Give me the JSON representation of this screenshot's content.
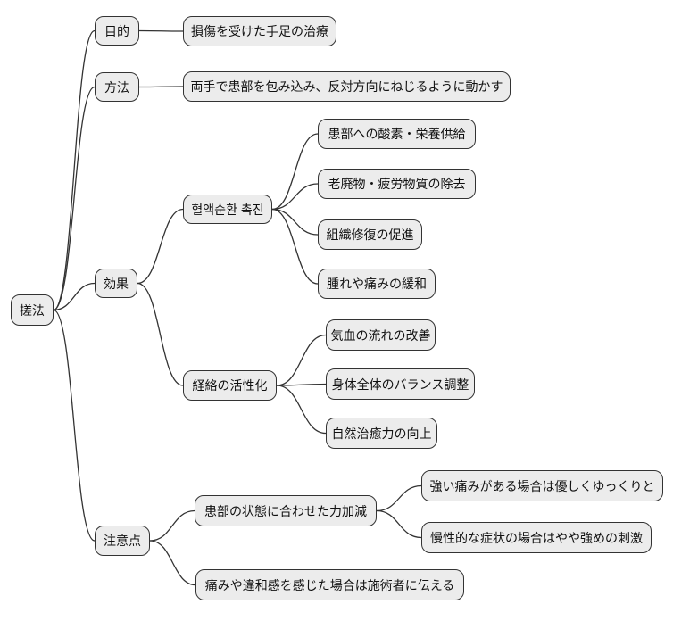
{
  "mindmap": {
    "root": {
      "label": "搓法"
    },
    "branches": [
      {
        "label": "目的",
        "children": [
          {
            "label": "損傷を受けた手足の治療"
          }
        ]
      },
      {
        "label": "方法",
        "children": [
          {
            "label": "両手で患部を包み込み、反対方向にねじるように動かす"
          }
        ]
      },
      {
        "label": "効果",
        "children": [
          {
            "label": "혈액순환 촉진",
            "children": [
              {
                "label": "患部への酸素・栄養供給"
              },
              {
                "label": "老廃物・疲労物質の除去"
              },
              {
                "label": "組織修復の促進"
              },
              {
                "label": "腫れや痛みの緩和"
              }
            ]
          },
          {
            "label": "経絡の活性化",
            "children": [
              {
                "label": "気血の流れの改善"
              },
              {
                "label": "身体全体のバランス調整"
              },
              {
                "label": "自然治癒力の向上"
              }
            ]
          }
        ]
      },
      {
        "label": "注意点",
        "children": [
          {
            "label": "患部の状態に合わせた力加減",
            "children": [
              {
                "label": "強い痛みがある場合は優しくゆっくりと"
              },
              {
                "label": "慢性的な症状の場合はやや強めの刺激"
              }
            ]
          },
          {
            "label": "痛みや違和感を感じた場合は施術者に伝える"
          }
        ]
      }
    ],
    "colors": {
      "node_fill": "#ececec",
      "node_border": "#333333",
      "edge": "#333333",
      "text": "#111111",
      "background": "#ffffff"
    }
  }
}
